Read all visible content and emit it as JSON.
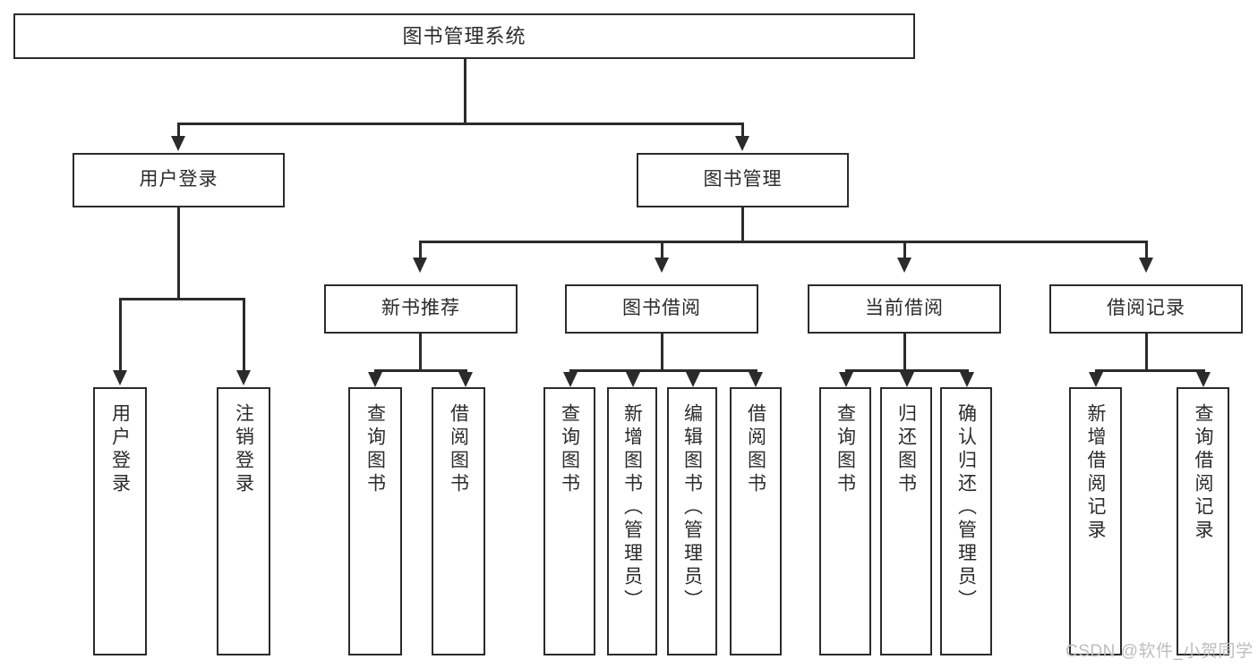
{
  "diagram": {
    "type": "tree-hierarchy-functional-decomposition",
    "root": {
      "label": "图书管理系统"
    },
    "level2": [
      {
        "id": "user-login",
        "label": "用户登录"
      },
      {
        "id": "book-management",
        "label": "图书管理"
      }
    ],
    "level3": [
      {
        "id": "new-book-recommend",
        "label": "新书推荐"
      },
      {
        "id": "book-borrow",
        "label": "图书借阅"
      },
      {
        "id": "current-borrow",
        "label": "当前借阅"
      },
      {
        "id": "borrow-record",
        "label": "借阅记录"
      }
    ],
    "leaves": {
      "user_login": [
        {
          "id": "leaf-user-login",
          "label": "用户登录"
        },
        {
          "id": "leaf-logout-login",
          "label": "注销登录"
        }
      ],
      "new_book_recommend": [
        {
          "id": "leaf-query-book-1",
          "label": "查询图书"
        },
        {
          "id": "leaf-borrow-book-1",
          "label": "借阅图书"
        }
      ],
      "book_borrow": [
        {
          "id": "leaf-query-book-2",
          "label": "查询图书"
        },
        {
          "id": "leaf-add-book-admin",
          "label": "新增图书（管理员）"
        },
        {
          "id": "leaf-edit-book-admin",
          "label": "编辑图书（管理员）"
        },
        {
          "id": "leaf-borrow-book-2",
          "label": "借阅图书"
        }
      ],
      "current_borrow": [
        {
          "id": "leaf-query-book-3",
          "label": "查询图书"
        },
        {
          "id": "leaf-return-book",
          "label": "归还图书"
        },
        {
          "id": "leaf-confirm-return-admin",
          "label": "确认归还（管理员）"
        }
      ],
      "borrow_record": [
        {
          "id": "leaf-add-borrow-record",
          "label": "新增借阅记录"
        },
        {
          "id": "leaf-query-borrow-record",
          "label": "查询借阅记录"
        }
      ]
    }
  },
  "watermark": {
    "text": "CSDN @软件_小贺同学"
  },
  "colors": {
    "stroke": "#2b2b2b",
    "background": "#ffffff",
    "text": "#2b2b2b",
    "watermark": "#bdbdbd"
  }
}
